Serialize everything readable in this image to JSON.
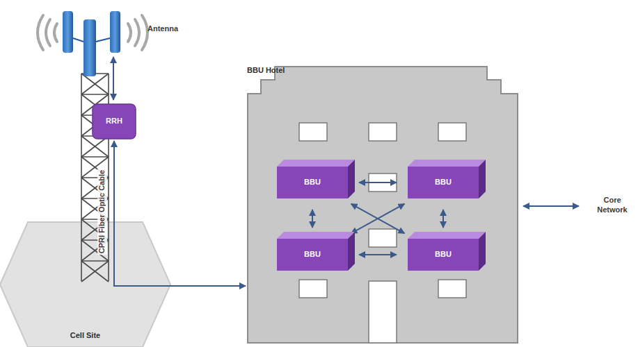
{
  "diagram": {
    "nodes": [
      {
        "text": [
          "RRH"
        ]
      },
      {
        "text": [
          "Cell Site"
        ]
      },
      {
        "text": [
          "BBU Hotel"
        ]
      },
      {
        "text": [
          "BBU"
        ],
        "in": 2
      },
      {
        "text": [
          "BBU"
        ],
        "in": 2
      },
      {
        "text": [
          "BBU"
        ],
        "in": 2
      },
      {
        "text": [
          "BBU"
        ],
        "in": 2
      }
    ],
    "edges": [
      {
        "from": 0,
        "to": 2,
        "arrow": "both",
        "label": "CPRI Fiber Optic Cable"
      },
      {
        "from": 3,
        "to": 4,
        "arrow": "both"
      },
      {
        "from": 5,
        "to": 6,
        "arrow": "both"
      },
      {
        "from": 3,
        "to": 5,
        "arrow": "both"
      },
      {
        "from": 4,
        "to": 6,
        "arrow": "both"
      },
      {
        "from": 3,
        "to": 6,
        "arrow": "both"
      },
      {
        "from": 4,
        "to": 5,
        "arrow": "both"
      }
    ],
    "labels": [
      "Antenna",
      "Core Network"
    ]
  }
}
